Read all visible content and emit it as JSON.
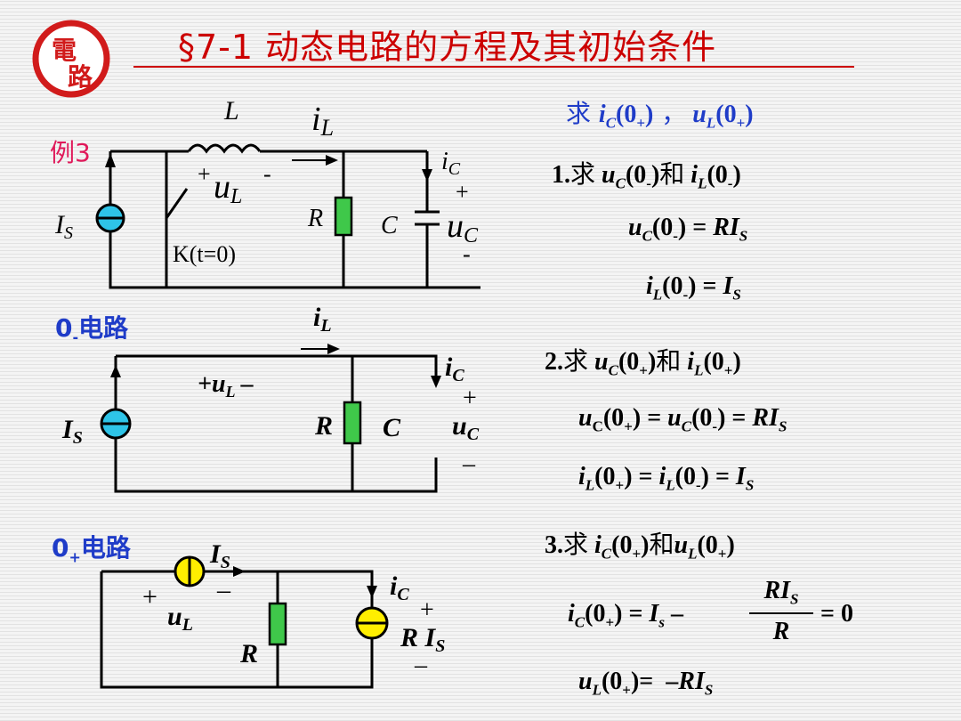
{
  "header": {
    "title": "§7-1 动态电路的方程及其初始条件",
    "logo_char_1": "電",
    "logo_char_2": "路"
  },
  "colors": {
    "title": "#cc0000",
    "accent_red": "#e0195a",
    "accent_blue": "#1f3cc8",
    "source_cyan": "#2ec4e8",
    "source_yellow": "#ffee00",
    "resistor_green": "#3fc84a"
  },
  "labels": {
    "example": "例3",
    "circuit0_prefix": "0",
    "circuit0_sub": "-",
    "circuit0_suffix": "电路",
    "circuitP_prefix": "0",
    "circuitP_sub": "+",
    "circuitP_suffix": "电路"
  },
  "circuit1": {
    "L": "L",
    "iL_main": "i",
    "iL_sub": "L",
    "uL_main": "u",
    "uL_sub": "L",
    "plus": "+",
    "minus": "-",
    "R": "R",
    "C": "C",
    "iC_main": "i",
    "iC_sub": "C",
    "uC_main": "u",
    "uC_sub": "C",
    "IS_main": "I",
    "IS_sub": "S",
    "switch": "K(t=0)"
  },
  "circuit2": {
    "iL_main": "i",
    "iL_sub": "L",
    "uL": "+u",
    "uL_sub": "L",
    "uL_minus": "–",
    "R": "R",
    "C": "C",
    "iC_main": "i",
    "iC_sub": "C",
    "plus": "+",
    "uC_main": "u",
    "uC_sub": "C",
    "minus": "–",
    "IS_main": "I",
    "IS_sub": "S"
  },
  "circuit3": {
    "IS_main": "I",
    "IS_sub": "S",
    "plus": "+",
    "minus": "–",
    "uL_main": "u",
    "uL_sub": "L",
    "R": "R",
    "iC_main": "i",
    "iC_sub": "C",
    "RIs_main": "R I",
    "RIs_sub": "S"
  },
  "equations": {
    "goal": {
      "zh": "求 ",
      "a": "i",
      "a_sub": "C",
      "a_arg": "(0",
      "a_argsub": "+",
      "a_close": ")",
      "sep": " ，",
      "b": "u",
      "b_sub": "L",
      "b_arg": "(0",
      "b_argsub": "+",
      "b_close": ")"
    },
    "step1": {
      "num": "1.",
      "zh": "求",
      "a": "u",
      "a_sub": "C",
      "a_arg": "(0",
      "a_argsub": "-",
      "a_close": ")",
      "and": "和",
      "b": "i",
      "b_sub": "L",
      "b_arg": "(0",
      "b_argsub": "-",
      "b_close": ")"
    },
    "eq1a": {
      "lhs": "u",
      "lhs_sub": "C",
      "arg": "(0",
      "arg_sub": "-",
      "rhs": ") = ",
      "r": "RI",
      "r_sub": "S"
    },
    "eq1b": {
      "lhs": "i",
      "lhs_sub": "L",
      "arg": "(0",
      "arg_sub": "-",
      "rhs": ") = ",
      "r": "I",
      "r_sub": "S"
    },
    "step2": {
      "num": "2.",
      "zh": "求",
      "a": "u",
      "a_sub": "C",
      "a_arg": "(0",
      "a_argsub": "+",
      "a_close": ")",
      "and": "和",
      "b": "i",
      "b_sub": "L",
      "b_arg": "(0",
      "b_argsub": "+",
      "b_close": ")"
    },
    "eq2a": {
      "lhs": "u",
      "lhs_sub": "C",
      "arg": "(0",
      "arg_sub": "+",
      "mid": ") = ",
      "m": "u",
      "m_sub": "C",
      "marg": "(0",
      "marg_sub": "-",
      "rhs": ") = ",
      "r": "RI",
      "r_sub": "S"
    },
    "eq2b": {
      "lhs": "i",
      "lhs_sub": "L",
      "arg": "(0",
      "arg_sub": "+",
      "mid": ") = ",
      "m": "i",
      "m_sub": "L",
      "marg": "(0",
      "marg_sub": "-",
      "rhs": ") = ",
      "r": "I",
      "r_sub": "S"
    },
    "step3": {
      "num": "3.",
      "zh": "求",
      "a": "i",
      "a_sub": "C",
      "a_arg": "(0",
      "a_argsub": "+",
      "a_close": ")",
      "and": "和",
      "b": "u",
      "b_sub": "L",
      "b_arg": "(0",
      "b_argsub": "+",
      "b_close": ")"
    },
    "eq3a": {
      "lhs": "i",
      "lhs_sub": "C",
      "arg": "(0",
      "arg_sub": "+",
      "mid": ") = ",
      "m": "I",
      "m_sub": "s",
      "minus": "–",
      "num": "RI",
      "num_sub": "S",
      "den": "R",
      "rhs": "= 0"
    },
    "eq3b": {
      "lhs": "u",
      "lhs_sub": "L",
      "arg": "(0",
      "arg_sub": "+",
      "rhs": ")=  –",
      "r": "RI",
      "r_sub": "S"
    }
  }
}
